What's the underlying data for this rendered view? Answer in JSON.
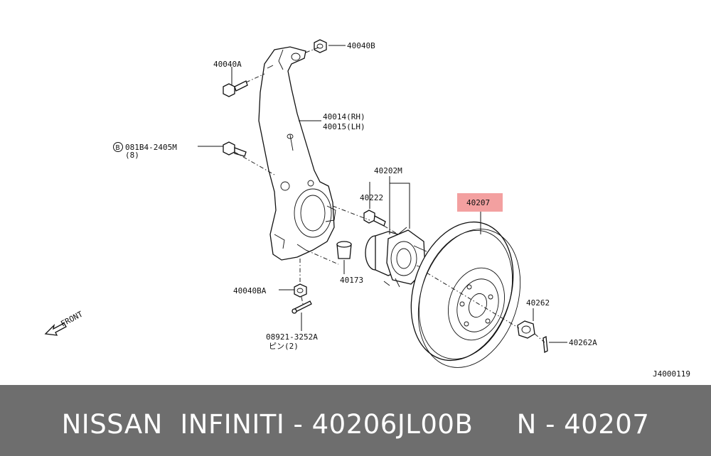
{
  "diagram": {
    "labels": {
      "p40040B": "40040B",
      "p40040A": "40040A",
      "p40014": "40014(RH)",
      "p40015": "40015(LH)",
      "p08184_circle": "B",
      "p08184": "081B4-2405M",
      "p08184_qty": "(8)",
      "p40202M": "40202M",
      "p40222": "40222",
      "p40207": "40207",
      "p40173": "40173",
      "p40040BA": "40040BA",
      "p40262": "40262",
      "p40262A": "40262A",
      "p08921": "08921-3252A",
      "p08921_sub": "ピン(2)",
      "front": "FRONT",
      "diagram_code": "J4000119"
    },
    "highlight_color": "#f3a0a0"
  },
  "banner": {
    "text": "NISSAN  INFINITI - 40206JL00B     N - 40207",
    "background": "#6e6e6e",
    "text_color": "#ffffff"
  }
}
